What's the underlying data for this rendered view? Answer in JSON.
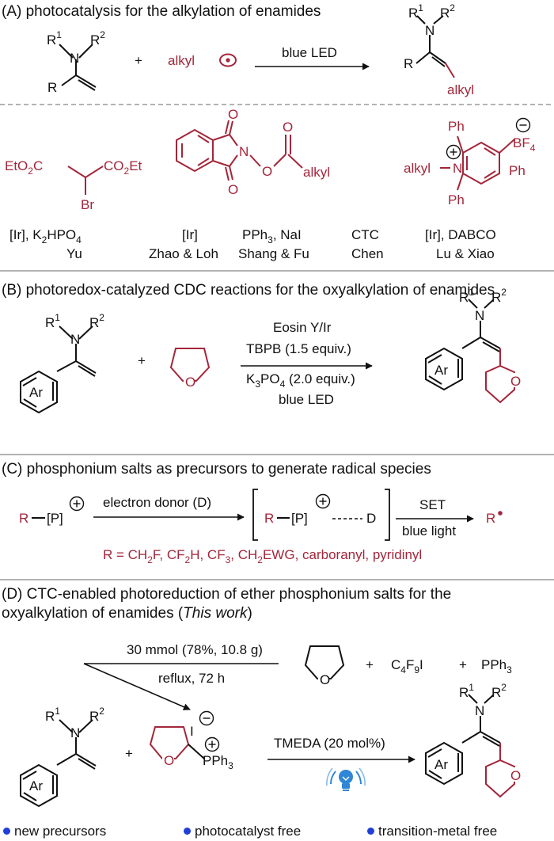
{
  "colors": {
    "accent_red": "#a3263a",
    "bullet_blue": "#1f3fd6",
    "rule_gray": "#9a9a9a"
  },
  "panelA": {
    "title": "(A) photocatalysis for the alkylation of enamides",
    "r1": "R",
    "r1_sup": "1",
    "r2": "R",
    "r2_sup": "2",
    "n": "N",
    "r": "R",
    "plus": "+",
    "alkyl_radical": "alkyl",
    "arrow_label": "blue LED",
    "product_alkyl": "alkyl",
    "ester_left": "EtO",
    "ester_left_sub": "2",
    "ester_left_c": "C",
    "ester_right": "CO",
    "ester_right_sub": "2",
    "ester_right_et": "Et",
    "br": "Br",
    "ox1": "O",
    "ox2": "O",
    "n_nhpi": "N",
    "o_link": "O",
    "o_carbonyl": "O",
    "nhpi_alkyl": "alkyl",
    "py_ph_top": "Ph",
    "py_ph_right": "Ph",
    "py_ph_bottom": "Ph",
    "py_n": "N",
    "py_alkyl": "alkyl",
    "bf": "BF",
    "bf_sub": "4",
    "cond1_line1": "[Ir], K",
    "cond1_line1_sub": "2",
    "cond1_line1_end": "HPO",
    "cond1_line1_sub2": "4",
    "cond1_line2": "Yu",
    "cond2_a": "[Ir]",
    "cond2_b": "PPh",
    "cond2_b_sub": "3",
    "cond2_b_end": ", NaI",
    "cond2_c": "CTC",
    "cond2_line2_a": "Zhao & Loh",
    "cond2_line2_b": "Shang & Fu",
    "cond2_line2_c": "Chen",
    "cond3_line1": "[Ir], DABCO",
    "cond3_line2": "Lu & Xiao"
  },
  "panelB": {
    "title": "(B) photoredox-catalyzed CDC reactions for the oxyalkylation of enamides",
    "ar": "Ar",
    "n": "N",
    "r": "R",
    "sup1": "1",
    "sup2": "2",
    "o": "O",
    "plus": "+",
    "cond_line1": "Eosin Y/Ir",
    "cond_line2": "TBPB (1.5 equiv.)",
    "cond_line3_a": "K",
    "cond_line3_sub": "3",
    "cond_line3_b": "PO",
    "cond_line3_sub2": "4",
    "cond_line3_c": " (2.0 equiv.)",
    "cond_line4": "blue LED"
  },
  "panelC": {
    "title": "(C) phosphonium salts as precursors to generate radical species",
    "r": "R",
    "p": "[P]",
    "d": "D",
    "arrow1_label": "electron donor (D)",
    "arrow2_top": "SET",
    "arrow2_bottom": "blue light",
    "radical": "R",
    "r_def_a": "R = CH",
    "r_def_sub1": "2",
    "r_def_b": "F, CF",
    "r_def_sub2": "2",
    "r_def_c": "H, CF",
    "r_def_sub3": "3",
    "r_def_d": ", CH",
    "r_def_sub4": "2",
    "r_def_e": "EWG, carboranyl, pyridinyl"
  },
  "panelD": {
    "title_line1": "(D) CTC-enabled photoreduction of ether phosphonium salts for the",
    "title_line2_a": "oxyalkylation of enamides (",
    "title_line2_italic": "This work",
    "title_line2_b": ")",
    "prep_top": "30 mmol (78%, 10.8 g)",
    "prep_bottom": "reflux, 72 h",
    "plus": "+",
    "c4f9i_a": "C",
    "c4f9i_sub1": "4",
    "c4f9i_b": "F",
    "c4f9i_sub2": "9",
    "c4f9i_c": "I",
    "pph3": "PPh",
    "pph3_sub": "3",
    "iodide": "I",
    "salt_pph3": "PPh",
    "salt_pph3_sub": "3",
    "o": "O",
    "ar": "Ar",
    "n": "N",
    "r": "R",
    "sup1": "1",
    "sup2": "2",
    "cond": "TMEDA (20 mol%)"
  },
  "footer": {
    "item1": "new precursors",
    "item2": "photocatalyst free",
    "item3": "transition-metal free"
  }
}
